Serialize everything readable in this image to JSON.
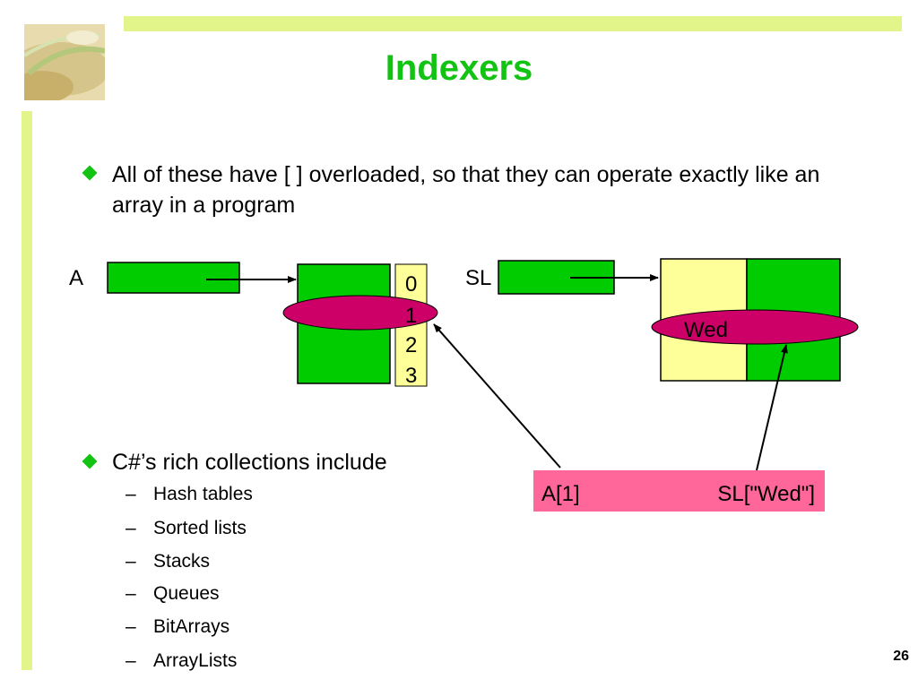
{
  "slide": {
    "title": "Indexers",
    "page_number": "26",
    "bullets": [
      {
        "text": "All of these have [ ] overloaded, so that they can operate exactly like an array in a program"
      },
      {
        "text": "C#’s rich collections include"
      }
    ],
    "sub_items": [
      "Hash tables",
      "Sorted lists",
      "Stacks",
      "Queues",
      "BitArrays",
      "ArrayLists"
    ],
    "sub_dash": "–"
  },
  "diagram": {
    "array_var_label": "A",
    "indices": [
      "0",
      "1",
      "2",
      "3"
    ],
    "sorted_list_var_label": "SL",
    "highlight_key": "Wed",
    "callout_left": "A[1]",
    "callout_right": "SL[\"Wed\"]"
  },
  "colors": {
    "title_green": "#13c313",
    "box_green": "#00cc00",
    "accent_lime": "#e2f58a",
    "index_yellow": "#ffff99",
    "ellipse_magenta": "#cc0066",
    "callout_pink": "#ff6699"
  }
}
